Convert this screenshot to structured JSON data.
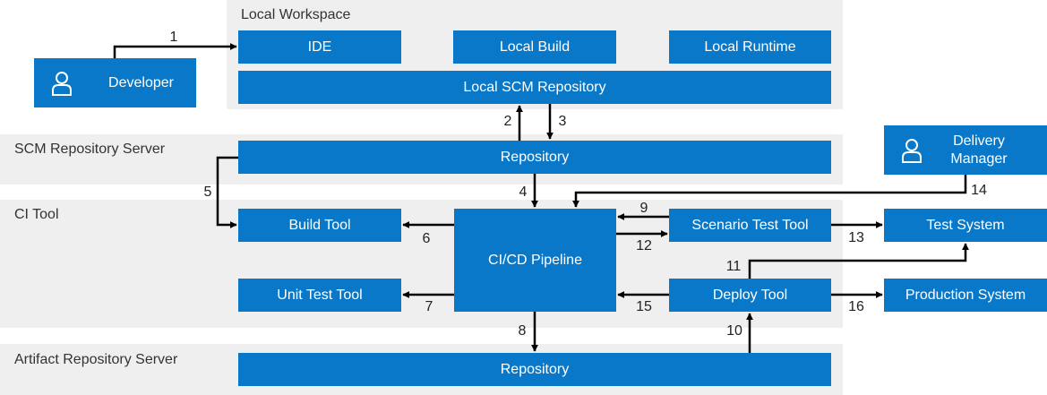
{
  "regions": {
    "local_workspace": "Local Workspace",
    "scm_server": "SCM Repository Server",
    "ci_tool": "CI Tool",
    "artifact_server": "Artifact Repository Server"
  },
  "boxes": {
    "developer": "Developer",
    "ide": "IDE",
    "local_build": "Local Build",
    "local_runtime": "Local Runtime",
    "local_scm": "Local SCM Repository",
    "scm_repository": "Repository",
    "delivery_manager": "Delivery Manager",
    "build_tool": "Build Tool",
    "pipeline": "CI/CD Pipeline",
    "scenario_test_tool": "Scenario Test Tool",
    "test_system": "Test System",
    "unit_test_tool": "Unit Test Tool",
    "deploy_tool": "Deploy Tool",
    "production_system": "Production System",
    "artifact_repository": "Repository"
  },
  "steps": [
    "1",
    "2",
    "3",
    "4",
    "5",
    "6",
    "7",
    "8",
    "9",
    "10",
    "11",
    "12",
    "13",
    "14",
    "15",
    "16"
  ],
  "colors": {
    "box": "#0a78c9",
    "band": "#efefef",
    "arrow": "#000000"
  },
  "icons": {
    "actor": "person-icon"
  }
}
